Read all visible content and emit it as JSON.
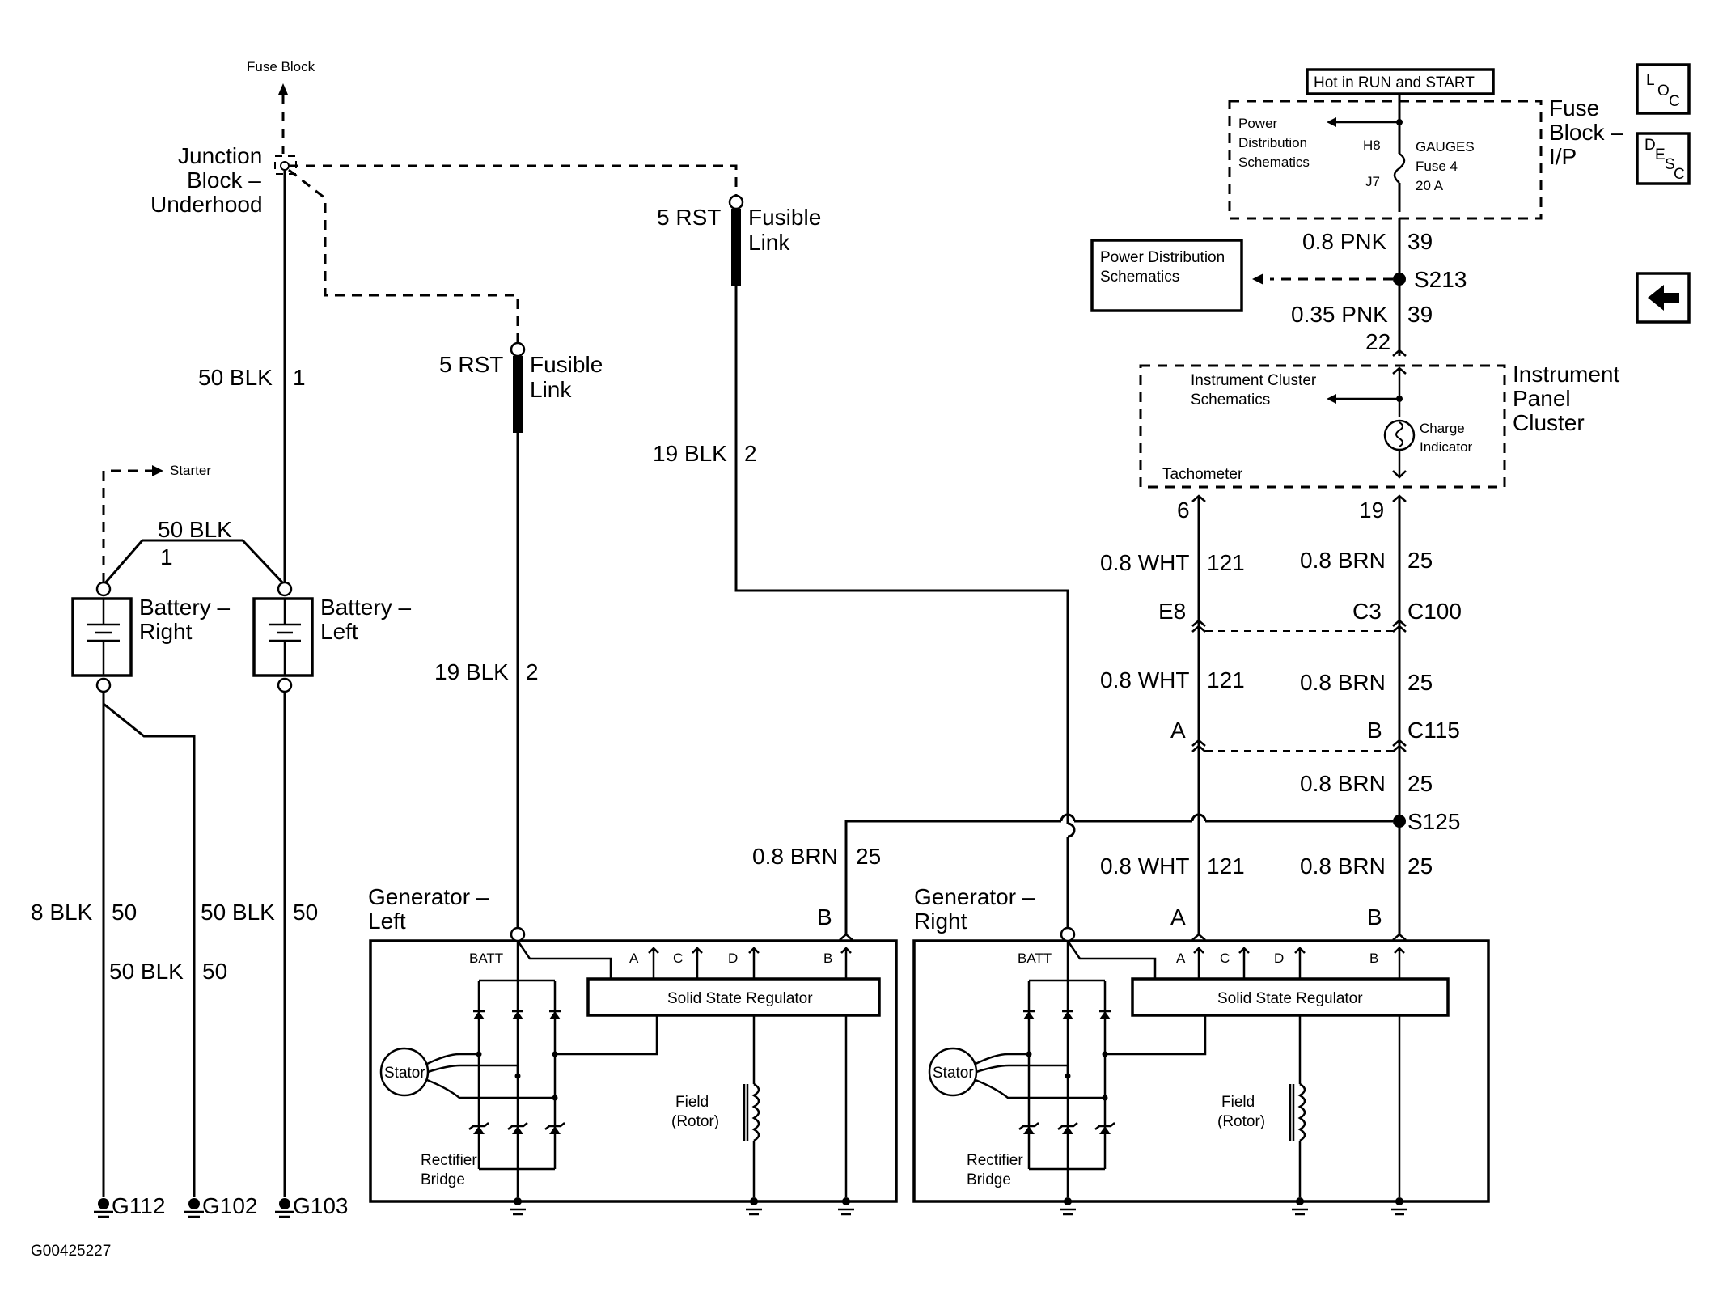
{
  "diagram_id": "G00425227",
  "nav": {
    "loc": {
      "l1": "L",
      "l2": "O",
      "l3": "C"
    },
    "desc": {
      "l1": "D",
      "l2": "E",
      "l3": "S",
      "l4": "C"
    },
    "back_arrow_icon": "left-arrow-icon"
  },
  "top_left": {
    "fuse_block": "Fuse Block",
    "junction_block": [
      "Junction",
      "Block –",
      "Underhood"
    ],
    "starter": "Starter"
  },
  "batteries": {
    "right": [
      "Battery –",
      "Right"
    ],
    "left": [
      "Battery –",
      "Left"
    ],
    "link_wire": "50 BLK",
    "link_circuit": "1"
  },
  "wires_left": {
    "main_wire": "50 BLK",
    "main_circuit": "1",
    "ground_wire1": "8 BLK",
    "ground_circuit1": "50",
    "ground_wire2": "50 BLK",
    "ground_circuit2": "50",
    "ground_wire3": "50 BLK",
    "ground_circuit3": "50"
  },
  "grounds": [
    "G112",
    "G102",
    "G103"
  ],
  "fusible_left": {
    "size": "5 RST",
    "name": [
      "Fusible",
      "Link"
    ],
    "wire": "19 BLK",
    "circuit": "2"
  },
  "fusible_right": {
    "size": "5 RST",
    "name": [
      "Fusible",
      "Link"
    ],
    "wire": "19 BLK",
    "circuit": "2"
  },
  "fuse_block_ip": {
    "hot_label": "Hot in RUN and START",
    "title": [
      "Fuse",
      "Block –",
      "I/P"
    ],
    "pds": [
      "Power",
      "Distribution",
      "Schematics"
    ],
    "h8": "H8",
    "j7": "J7",
    "fuse": [
      "GAUGES",
      "Fuse 4",
      "20 A"
    ]
  },
  "feed": {
    "w1": "0.8 PNK",
    "c1": "39",
    "splice": "S213",
    "pds_box": [
      "Power Distribution",
      "Schematics"
    ],
    "w2": "0.35 PNK",
    "c2": "39",
    "pin": "22"
  },
  "cluster": {
    "title": [
      "Instrument",
      "Panel",
      "Cluster"
    ],
    "ics": [
      "Instrument Cluster",
      "Schematics"
    ],
    "charge": [
      "Charge",
      "Indicator"
    ],
    "tach": "Tachometer",
    "pin_left": "6",
    "pin_right": "19"
  },
  "harness": {
    "wht": "0.8 WHT",
    "wht_c": "121",
    "brn": "0.8 BRN",
    "brn_c": "25",
    "e8": "E8",
    "c3": "C3",
    "c100": "C100",
    "a": "A",
    "b": "B",
    "c115": "C115",
    "s125": "S125"
  },
  "gen_left": {
    "title": [
      "Generator –",
      "Left"
    ],
    "b_term": "B",
    "brn": "0.8 BRN",
    "brn_c": "25",
    "batt": "BATT",
    "pins": [
      "A",
      "C",
      "D",
      "B"
    ],
    "regulator": "Solid State Regulator",
    "stator": "Stator",
    "field": [
      "Field",
      "(Rotor)"
    ],
    "rectifier": [
      "Rectifier",
      "Bridge"
    ]
  },
  "gen_right": {
    "title": [
      "Generator –",
      "Right"
    ],
    "a_term": "A",
    "b_term": "B",
    "batt": "BATT",
    "pins": [
      "A",
      "C",
      "D",
      "B"
    ],
    "regulator": "Solid State Regulator",
    "stator": "Stator",
    "field": [
      "Field",
      "(Rotor)"
    ],
    "rectifier": [
      "Rectifier",
      "Bridge"
    ]
  }
}
